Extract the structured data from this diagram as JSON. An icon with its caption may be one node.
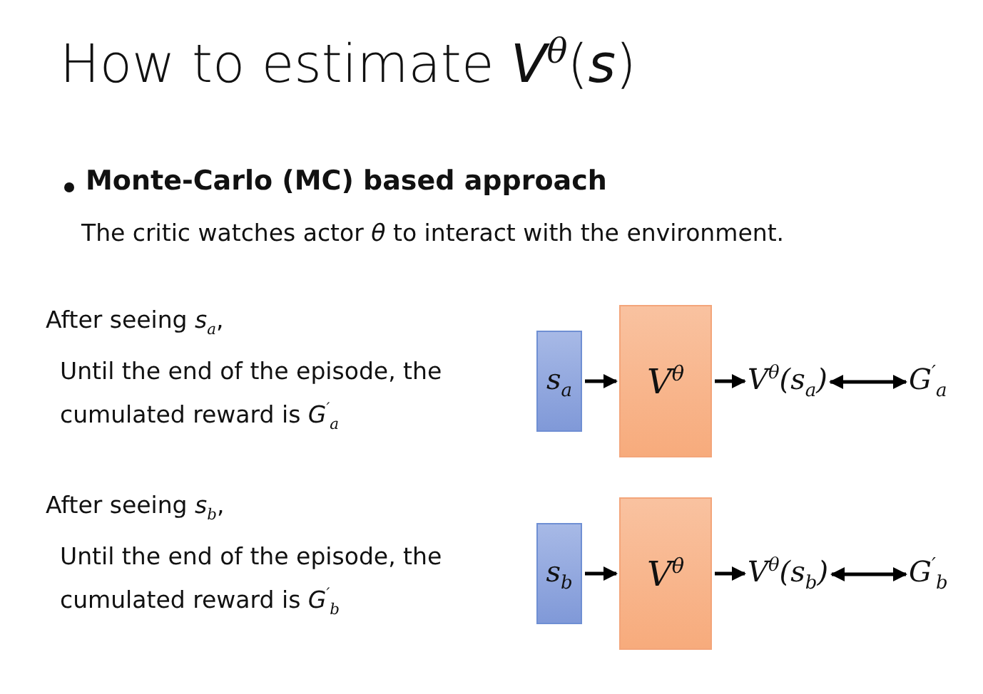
{
  "diagram": {
    "title": "How to estimate *V*$^{θ}$(*s*)",
    "nodes": [
      {
        "text": [
          "s$_{a}$"
        ]
      },
      {
        "text": [
          "V$^{θ}$"
        ]
      },
      {
        "text": [
          "V$^{θ}$(s$_{a}$)"
        ]
      },
      {
        "text": [
          "G$^{′}$$_{a}$"
        ]
      },
      {
        "text": [
          "s$_{b}$"
        ]
      },
      {
        "text": [
          "V$^{θ}$"
        ]
      },
      {
        "text": [
          "V$^{θ}$(s$_{b}$)"
        ]
      },
      {
        "text": [
          "G$^{′}$$_{b}$"
        ]
      }
    ],
    "edges": [
      {
        "from": 0,
        "to": 1,
        "arrow": "to"
      },
      {
        "from": 1,
        "to": 2,
        "arrow": "to"
      },
      {
        "from": 2,
        "to": 3,
        "arrow": "both"
      },
      {
        "from": 4,
        "to": 5,
        "arrow": "to"
      },
      {
        "from": 5,
        "to": 6,
        "arrow": "to"
      },
      {
        "from": 6,
        "to": 7,
        "arrow": "both"
      }
    ],
    "labels": [
      "Monte-Carlo (MC) based approach",
      "The critic watches actor *θ* to interact with the environment.",
      "After seeing *s*$_{a}$,",
      "Until the end of the episode, the cumulated reward is *G*$^{′}$$_{a}$",
      "After seeing *s*$_{b}$,",
      "Until the end of the episode, the cumulated reward is *G*$^{′}$$_{b}$"
    ]
  }
}
